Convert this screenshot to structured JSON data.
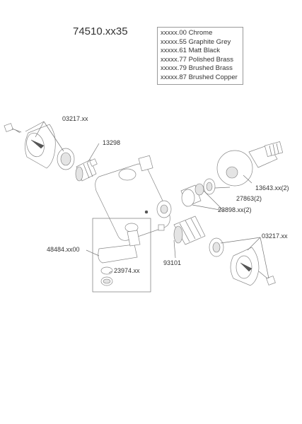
{
  "title": "74510.xx35",
  "finishes": [
    "xxxxx.00 Chrome",
    "xxxxx.55 Graphite Grey",
    "xxxxx.61 Matt Black",
    "xxxxx.77 Polished Brass",
    "xxxxx.79 Brushed Brass",
    "xxxxx.87 Brushed Copper"
  ],
  "parts": {
    "handle_left": "03217.xx",
    "cartridge_left": "13298",
    "thermostat_handle": "13643.xx(2)",
    "seal": "27863(2)",
    "nut": "23898.xx(2)",
    "spout": "48484.xx00",
    "aerator": "23974.xx",
    "cartridge_right": "93101",
    "handle_right": "03217.xx"
  }
}
